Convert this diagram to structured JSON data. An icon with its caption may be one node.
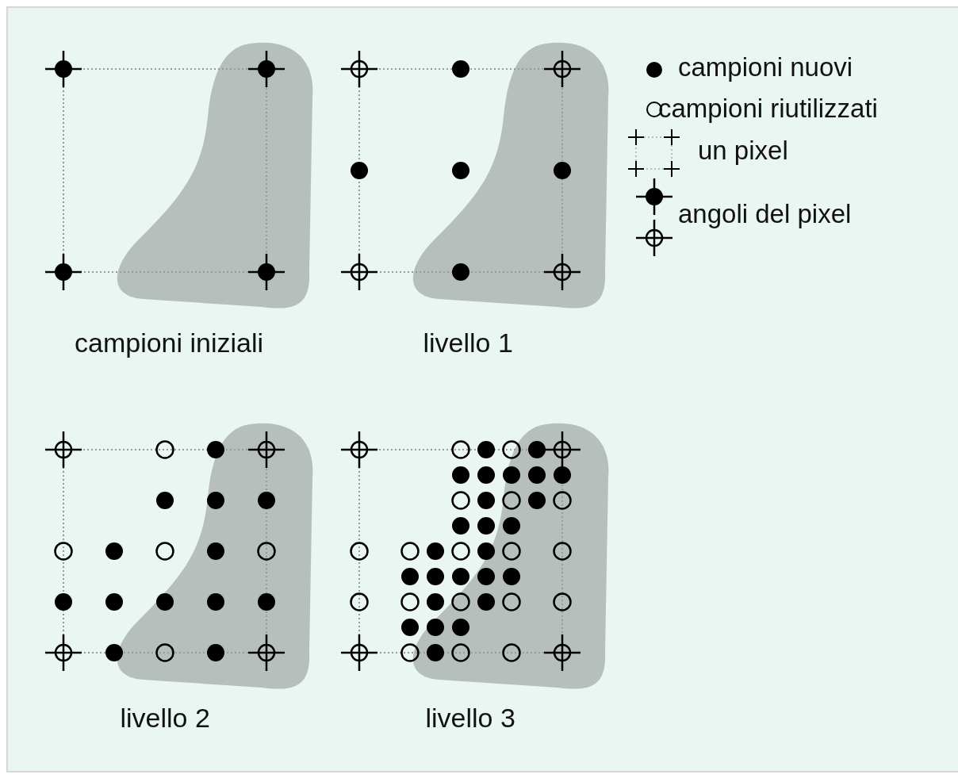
{
  "diagram": {
    "labels": [
      "campioni iniziali",
      "livello 1",
      "livello 2",
      "livello 3"
    ],
    "legend": [
      {
        "text": "campioni nuovi"
      },
      {
        "text": "campioni riutilizzati"
      },
      {
        "text": "un pixel"
      },
      {
        "text": "angoli del pixel"
      }
    ]
  }
}
